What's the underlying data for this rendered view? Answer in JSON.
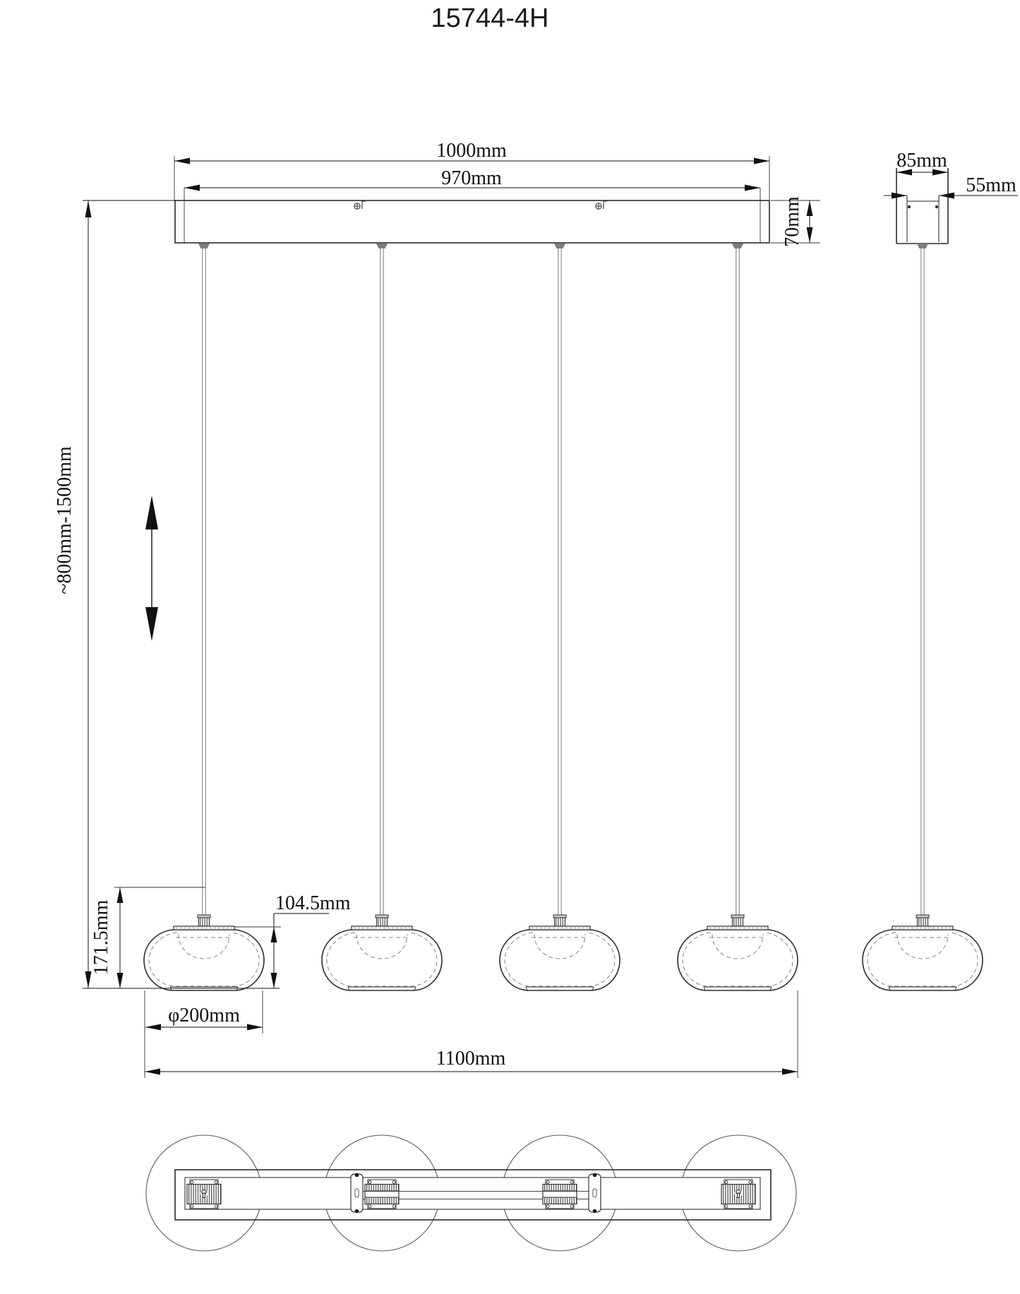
{
  "title": "15744-4H",
  "dimensions": {
    "ceiling_bar": {
      "length": "1000mm",
      "mounting_holes": "970mm",
      "height": "70mm"
    },
    "end_view": {
      "width": "85mm",
      "inner_width": "55mm"
    },
    "suspension": {
      "adjustable_height": "~800mm-1500mm"
    },
    "pendant": {
      "total_height": "171.5mm",
      "shade_height": "104.5mm",
      "shade_diameter": "φ200mm"
    },
    "overall": {
      "length": "1100mm"
    }
  }
}
